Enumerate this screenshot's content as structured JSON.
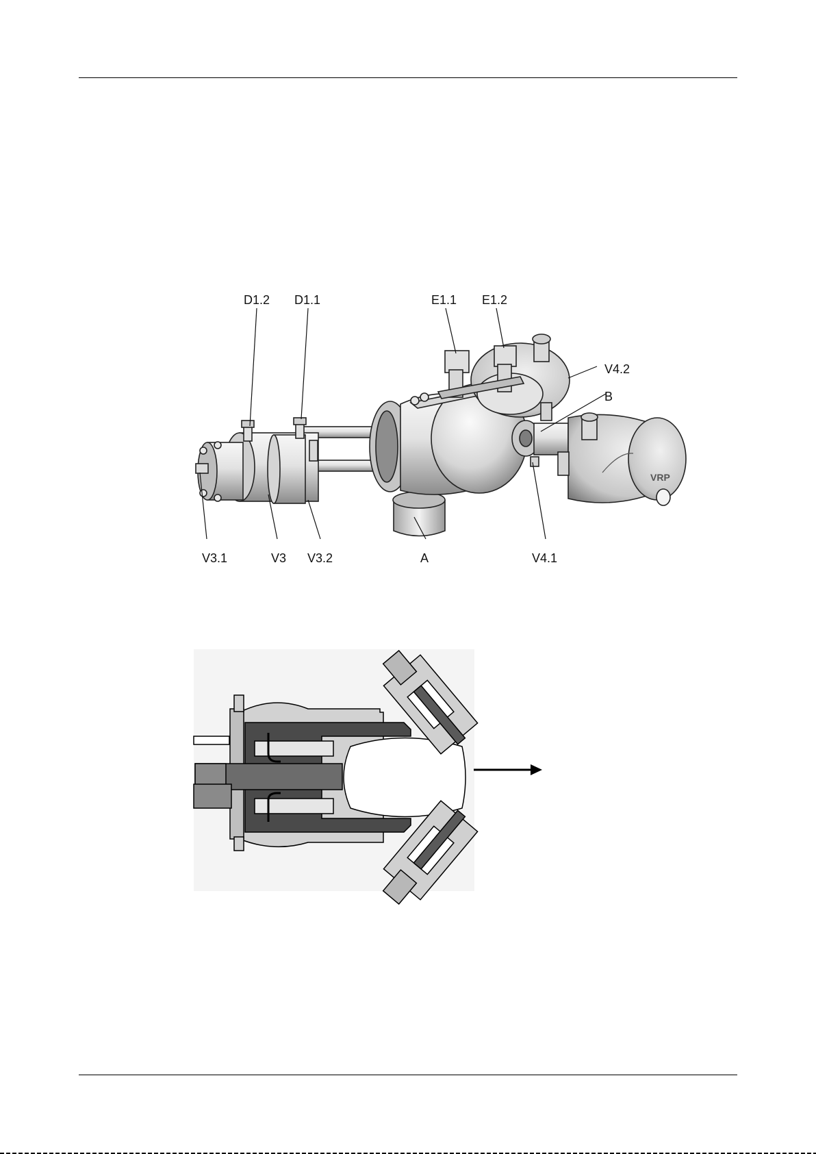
{
  "figure1": {
    "labels": {
      "d1_2": "D1.2",
      "d1_1": "D1.1",
      "e1_1": "E1.1",
      "e1_2": "E1.2",
      "v4_2": "V4.2",
      "b": "B",
      "v3_1": "V3.1",
      "v3": "V3",
      "v3_2": "V3.2",
      "a": "A",
      "v4_1": "V4.1"
    }
  }
}
